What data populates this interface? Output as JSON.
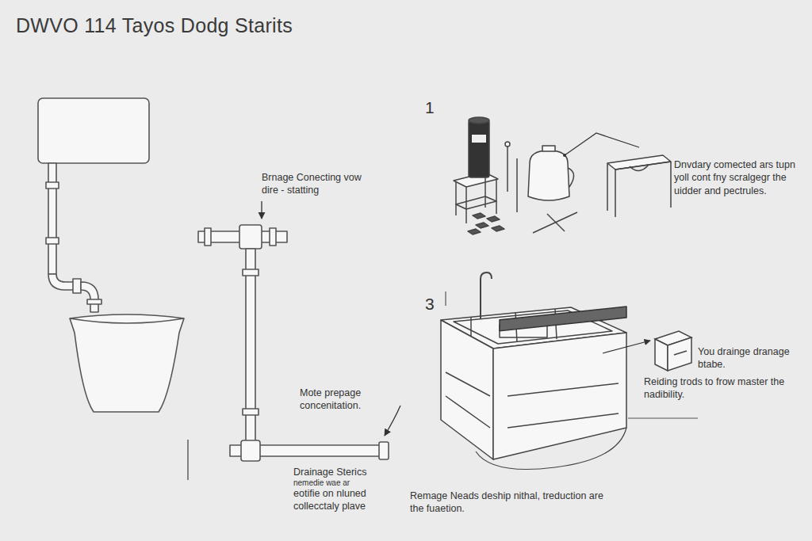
{
  "diagram": {
    "title": "DWVO 114 Tayos Dodg Starits",
    "labels": [
      "Brnage Conecting vow dire - statting",
      "Mote prepage concenitation.",
      "Drainage Sterics",
      "nemedie wae ar",
      "eotifie on nluned collecctaly plave",
      "1",
      "3",
      "Dnvdary comected ars tupn yoll cont fny scralgegr the uidder and pectrules.",
      "You drainge dranage btabe.",
      "Reiding trods to frow master the nadibility.",
      "Remage Neads deship nithal, treduction are the fuaetion."
    ]
  }
}
